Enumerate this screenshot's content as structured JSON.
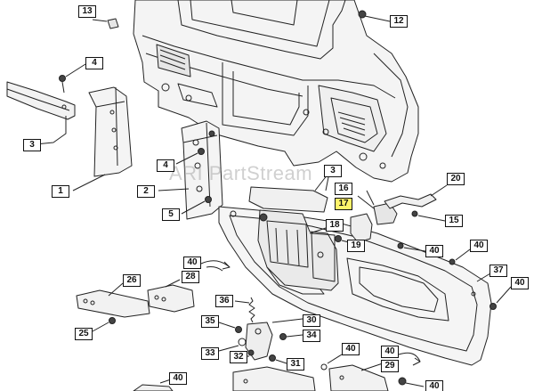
{
  "watermark": "ARI PartStream",
  "highlight_color": "#fff36a",
  "callouts": [
    {
      "id": "c13",
      "label": "13"
    },
    {
      "id": "c12",
      "label": "12"
    },
    {
      "id": "c4a",
      "label": "4"
    },
    {
      "id": "c3a",
      "label": "3"
    },
    {
      "id": "c1",
      "label": "1"
    },
    {
      "id": "c4b",
      "label": "4"
    },
    {
      "id": "c2",
      "label": "2"
    },
    {
      "id": "c5",
      "label": "5"
    },
    {
      "id": "c3b",
      "label": "3"
    },
    {
      "id": "c16",
      "label": "16"
    },
    {
      "id": "c17",
      "label": "17"
    },
    {
      "id": "c20",
      "label": "20"
    },
    {
      "id": "c15",
      "label": "15"
    },
    {
      "id": "c18",
      "label": "18"
    },
    {
      "id": "c19",
      "label": "19"
    },
    {
      "id": "c40a",
      "label": "40"
    },
    {
      "id": "c40b",
      "label": "40"
    },
    {
      "id": "c28",
      "label": "28"
    },
    {
      "id": "c40c",
      "label": "40"
    },
    {
      "id": "c37",
      "label": "37"
    },
    {
      "id": "c26",
      "label": "26"
    },
    {
      "id": "c40d",
      "label": "40"
    },
    {
      "id": "c36",
      "label": "36"
    },
    {
      "id": "c40e",
      "label": "40"
    },
    {
      "id": "c25",
      "label": "25"
    },
    {
      "id": "c35",
      "label": "35"
    },
    {
      "id": "c30",
      "label": "30"
    },
    {
      "id": "c34",
      "label": "34"
    },
    {
      "id": "c33",
      "label": "33"
    },
    {
      "id": "c32",
      "label": "32"
    },
    {
      "id": "c31",
      "label": "31"
    },
    {
      "id": "c40f",
      "label": "40"
    },
    {
      "id": "c40g",
      "label": "40"
    },
    {
      "id": "c29",
      "label": "29"
    },
    {
      "id": "c40h",
      "label": "40"
    },
    {
      "id": "c40i",
      "label": "40"
    }
  ]
}
